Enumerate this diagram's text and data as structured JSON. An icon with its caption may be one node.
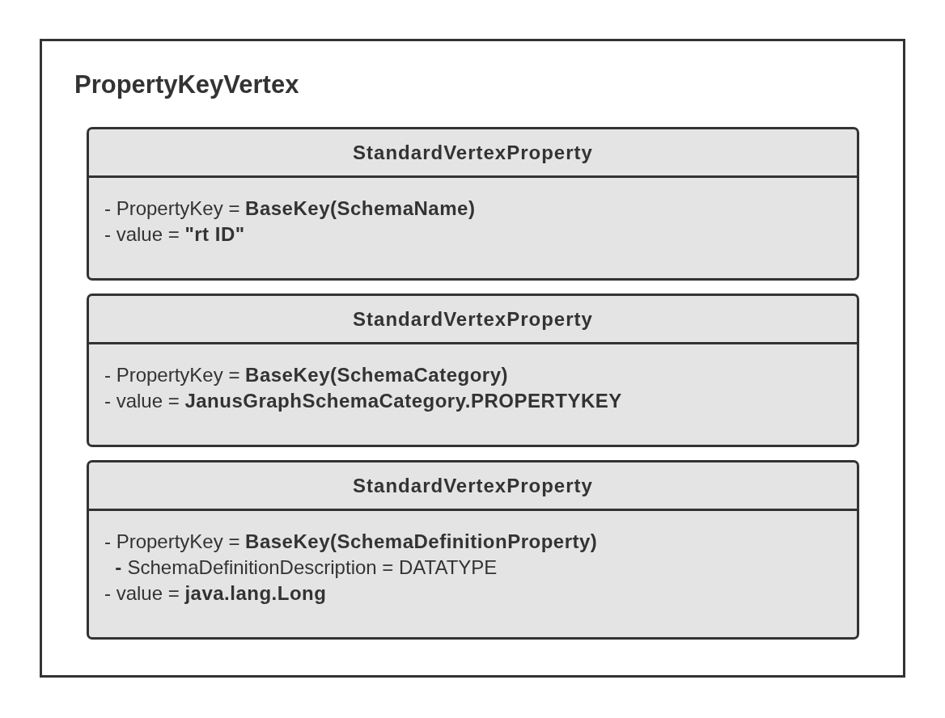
{
  "diagram": {
    "nodes": [
      {
        "text": [
          "PropertyKeyVertex"
        ]
      },
      {
        "text": [
          "StandardVertexProperty",
          "- PropertyKey = **BaseKey(SchemaName)**",
          "- value = **\"rt ID\"**"
        ],
        "in": 0
      },
      {
        "text": [
          "StandardVertexProperty",
          "- PropertyKey = **BaseKey(SchemaCategory)**",
          "- value = **JanusGraphSchemaCategory.PROPERTYKEY**"
        ],
        "in": 0
      },
      {
        "text": [
          "StandardVertexProperty",
          "- PropertyKey = **BaseKey(SchemaDefinitionProperty)**",
          "  **-** SchemaDefinitionDescription = DATATYPE",
          "- value = **java.lang.Long**"
        ],
        "in": 0
      }
    ]
  }
}
